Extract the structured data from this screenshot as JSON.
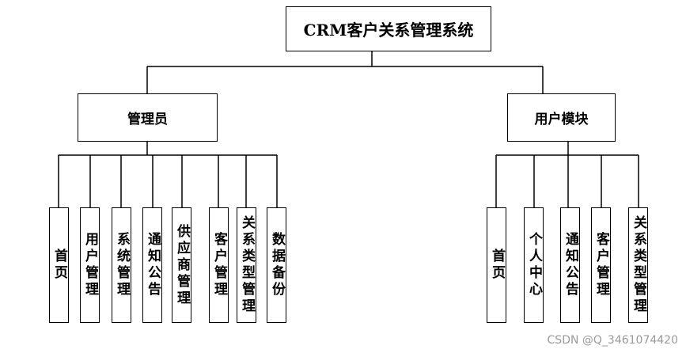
{
  "root": {
    "label": "CRM客户关系管理系统"
  },
  "groups": [
    {
      "label": "管理员",
      "children": [
        "首页",
        "用户管理",
        "系统管理",
        "通知公告",
        "供应商管理",
        "客户管理",
        "关系类型管理",
        "数据备份"
      ]
    },
    {
      "label": "用户模块",
      "children": [
        "首页",
        "个人中心",
        "通知公告",
        "客户管理",
        "关系类型管理"
      ]
    }
  ],
  "watermark": "CSDN @Q_3461074420",
  "colors": {
    "line": "#000000",
    "box_border": "#000000",
    "watermark": "#9a9a9a"
  }
}
